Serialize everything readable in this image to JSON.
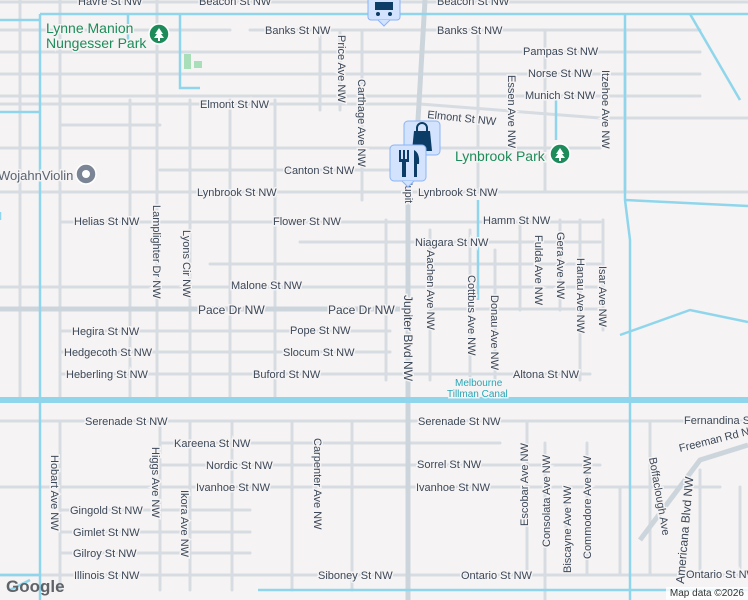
{
  "map": {
    "streets": {
      "havre": "Havre St NW",
      "beacon": "Beacon St NW",
      "banks": "Banks St NW",
      "pampas": "Pampas St NW",
      "norse": "Norse St NW",
      "munich": "Munich St NW",
      "elmont": "Elmont St NW",
      "price": "Price Ave NW",
      "carthage": "Carthage Ave NW",
      "essen": "Essen Ave NW",
      "itzehoe": "Itzehoe Ave NW",
      "canton": "Canton St NW",
      "lynbrook": "Lynbrook St NW",
      "jupiter_partial": "Jupit",
      "helias": "Helias St NW",
      "flower": "Flower St NW",
      "hamm": "Hamm St NW",
      "niagara": "Niagara St NW",
      "malone": "Malone St NW",
      "pace": "Pace Dr NW",
      "hegira": "Hegira St NW",
      "pope": "Pope St NW",
      "hedgecoth": "Hedgecoth St NW",
      "slocum": "Slocum St NW",
      "heberling": "Heberling St NW",
      "buford": "Buford St NW",
      "altona": "Altona St NW",
      "lamplighter": "Lamplighter Dr NW",
      "lyons": "Lyons Cir NW",
      "jupiter": "Jupiter Blvd NW",
      "aachen": "Aachen Ave NW",
      "cottbus": "Cottbus Ave NW",
      "donau": "Donau Ave NW",
      "fulda": "Fulda Ave NW",
      "gera": "Gera Ave NW",
      "hanau": "Hanau Ave NW",
      "isar": "Isar Ave NW",
      "serenade": "Serenade St NW",
      "fernandina": "Fernandina St",
      "kareena": "Kareena St NW",
      "nordic": "Nordic St NW",
      "sorrel": "Sorrel St NW",
      "freeman": "Freeman Rd NW",
      "ivanhoe": "Ivanhoe St NW",
      "gingold": "Gingold St NW",
      "gimlet": "Gimlet St NW",
      "gilroy": "Gilroy St NW",
      "illinois": "Illinois St NW",
      "siboney": "Siboney St NW",
      "ontario": "Ontario St NW",
      "hobart": "Hobart Ave NW",
      "higgs": "Higgs Ave NW",
      "ikora": "Ikora Ave NW",
      "carpenter": "Carpenter Ave NW",
      "escobar": "Escobar Ave NW",
      "consolata": "Consolata Ave NW",
      "biscayne": "Biscayne Ave NW",
      "commodore": "Commodore Ave NW",
      "boffaclough": "Boffaclough Ave",
      "americana": "Americana Blvd NW"
    },
    "places": {
      "park1_line1": "Lynne Manion",
      "park1_line2": "Nungesser Park",
      "park2": "Lynbrook Park",
      "poi": "WojahnViolin",
      "canal_line1": "Melbourne",
      "canal_line2": "Tillman Canal"
    },
    "markers": [
      "shopping-cart-icon",
      "shopping-bag-icon",
      "restaurant-icon",
      "park-icon",
      "poi-icon"
    ],
    "colors": {
      "park": "#1e8c5a",
      "water": "#8fd6ec",
      "marker": "#0b3d66",
      "marker_bg": "#d3e3fd"
    },
    "attribution": "Map data ©2026",
    "logo": "Google"
  }
}
